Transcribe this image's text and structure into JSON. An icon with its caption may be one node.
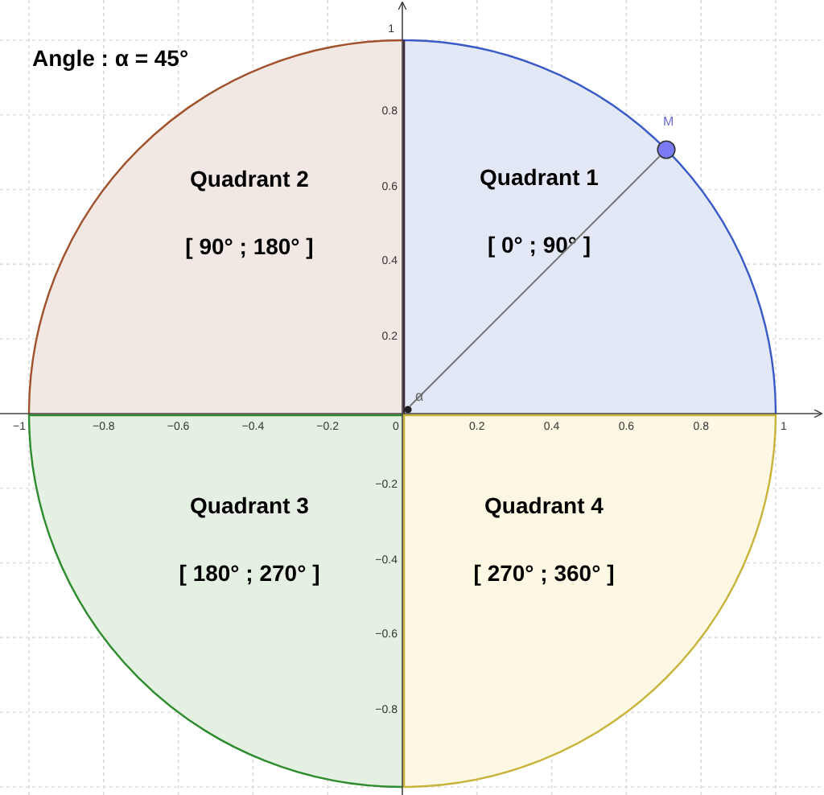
{
  "diagram": {
    "nodes": [
      {
        "text": [
          "Quadrant 2",
          "[ 90° ; 180° ]"
        ]
      },
      {
        "text": [
          "Quadrant 1",
          "[ 0° ; 90° ]"
        ]
      },
      {
        "text": [
          "Quadrant 3",
          "[ 180° ; 270° ]"
        ]
      },
      {
        "text": [
          "Quadrant 4",
          "[ 270° ; 360° ]"
        ]
      },
      {
        "text": [],
        "shape": "circle",
        "beside": [
          "M"
        ],
        "in": 1
      },
      {
        "text": [],
        "shape": "circle",
        "in": 1
      }
    ],
    "edges": [
      {
        "from": 5,
        "to": 4,
        "arrow": "none"
      }
    ],
    "labels": [
      "Angle : α = 45°",
      "1",
      "0.8",
      "0.6",
      "0.4",
      "0.2",
      "α",
      "−1",
      "−0.8",
      "−0.6",
      "−0.4",
      "−0.2",
      "0",
      "0.2",
      "0.4",
      "0.6",
      "0.8",
      "1",
      "−0.2",
      "−0.4",
      "−0.6",
      "−0.8"
    ]
  }
}
